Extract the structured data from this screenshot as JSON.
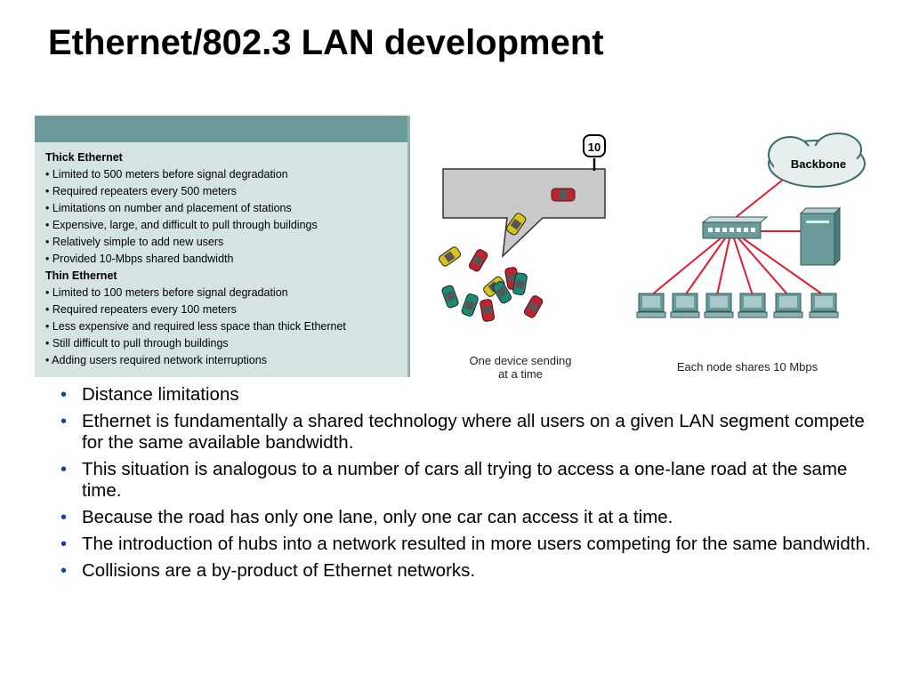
{
  "slide": {
    "title": "Ethernet/802.3 LAN development"
  },
  "panel": {
    "sections": [
      {
        "heading": "Thick Ethernet",
        "items": [
          "• Limited to 500 meters before signal degradation",
          "• Required repeaters every 500 meters",
          "• Limitations on number and placement of stations",
          "• Expensive, large, and difficult to pull through buildings",
          "• Relatively simple to add new users",
          "• Provided 10-Mbps shared bandwidth"
        ]
      },
      {
        "heading": "Thin Ethernet",
        "items": [
          "• Limited to 100 meters before signal degradation",
          "• Required repeaters every 100 meters",
          "• Less expensive and required less space than thick Ethernet",
          "• Still difficult to pull through buildings",
          "• Adding users required network interruptions"
        ]
      }
    ]
  },
  "road_figure": {
    "sign": "10",
    "caption_line1": "One device sending",
    "caption_line2": "at a time"
  },
  "network_figure": {
    "cloud_label": "Backbone",
    "caption": "Each node shares 10 Mbps"
  },
  "bullets": [
    "Distance limitations",
    "Ethernet is fundamentally a shared technology where all users on a given LAN segment compete for the same available bandwidth.",
    "This situation is analogous to a number of cars all trying to access a one-lane road at the same time.",
    "Because the road has only one lane, only one car can access it at a time.",
    "The introduction of hubs into a network resulted in more users competing for the same bandwidth.",
    "Collisions are a by-product of Ethernet networks."
  ],
  "colors": {
    "panel_header": "#6a9b9a",
    "panel_bg": "#d6e3e3",
    "bullet": "#1f3fa0",
    "link_red": "#e8192c"
  }
}
